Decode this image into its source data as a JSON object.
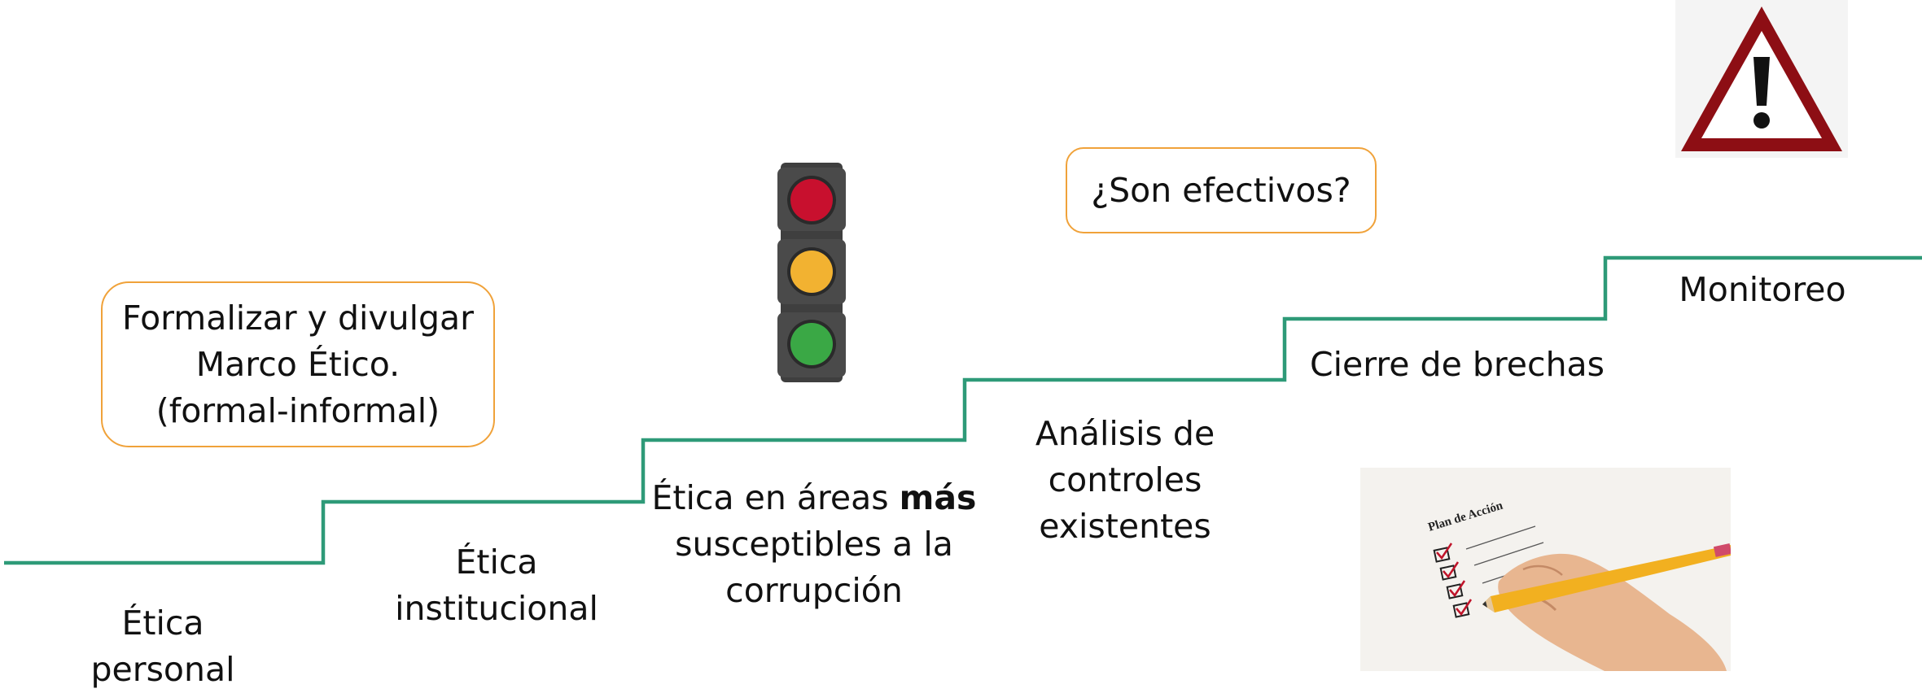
{
  "diagram": {
    "stairs_color": "#2e9a78",
    "box_border_color": "#f0a23a",
    "steps": [
      {
        "lines": [
          "Ética",
          "personal"
        ]
      },
      {
        "lines": [
          "Ética",
          "institucional"
        ]
      },
      {
        "pre": "Ética en áreas ",
        "bold": "más",
        "lines": [
          "susceptibles a la",
          "corrupción"
        ]
      },
      {
        "lines": [
          "Análisis de",
          "controles",
          "existentes"
        ]
      },
      {
        "lines": [
          "Cierre de brechas"
        ]
      },
      {
        "lines": [
          "Monitoreo"
        ]
      }
    ],
    "callouts": {
      "marco": [
        "Formalizar y divulgar",
        "Marco Ético.",
        "(formal-informal)"
      ],
      "efectivos": "¿Son efectivos?"
    },
    "icons": {
      "traffic_light": "traffic-light-icon",
      "warning": "warning-triangle-icon",
      "plan": "action-plan-checklist-illustration"
    },
    "plan_heading": "Plan de Acción"
  }
}
